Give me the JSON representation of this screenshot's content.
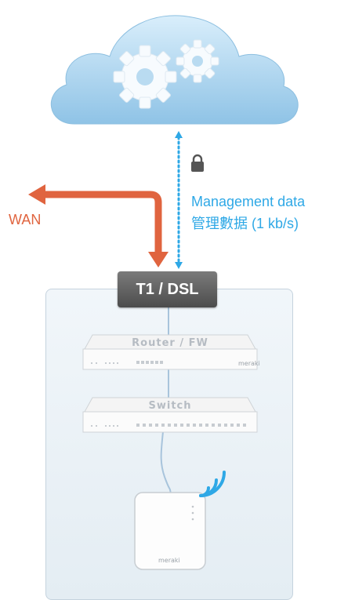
{
  "annotations": {
    "wan": "WAN",
    "management_line1": "Management data",
    "management_line2": "管理數据 (1 kb/s)"
  },
  "network": {
    "uplink": "T1 / DSL",
    "router": "Router / FW",
    "switch": "Switch",
    "brand": "meraki"
  },
  "icons": [
    "cloud-icon",
    "gears-icon",
    "lock-icon",
    "wifi-icon"
  ],
  "colors": {
    "wan": "#e0643f",
    "management": "#2ea8e6",
    "cloud": "#a9d3ee",
    "uplink": "#5a5a5a"
  }
}
